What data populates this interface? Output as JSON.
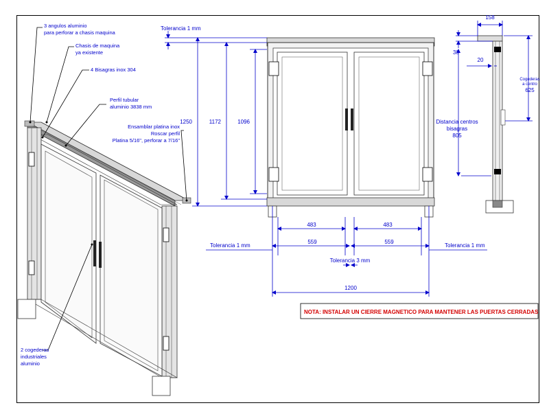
{
  "callouts": {
    "angulos": [
      "3 angulos aluminio",
      "para perforar a chasis maquina"
    ],
    "chasis": [
      "Chasis de maquina",
      "ya existente"
    ],
    "bisagras": "4 Bisagras inox 304",
    "perfil": [
      "Perfil tubular",
      "aluminio 3838 mm"
    ],
    "platina": [
      "Ensamblar platina inox",
      "Roscar perfil",
      "Platina 5/16\", perforar a 7/16\""
    ],
    "cogederas": [
      "2 cogederas",
      "industriales",
      "aluminio"
    ]
  },
  "front": {
    "tolerancia_top": "Tolerancia 1 mm",
    "h_total": "1250",
    "h_mid": "1172",
    "h_inner": "1096",
    "w_left_inner": "483",
    "w_right_inner": "483",
    "w_left": "559",
    "w_right": "559",
    "tol_left": "Tolerancia 1 mm",
    "tol_right": "Tolerancia 1 mm",
    "tol_center": "Tolerancia 3 mm",
    "w_total": "1200"
  },
  "side": {
    "depth": "158",
    "offset_top": "38",
    "offset_hinge": "20",
    "cogederas": [
      "Cogederas",
      "a centro",
      "625"
    ],
    "bisagras": [
      "Distancia centros",
      "bisagras",
      "805"
    ]
  },
  "note": "NOTA: INSTALAR UN CIERRE MAGNETICO PARA MANTENER LAS PUERTAS CERRADAS",
  "colors": {
    "dimension": "#0000cc",
    "note": "#d40000",
    "frame": "#333333"
  }
}
